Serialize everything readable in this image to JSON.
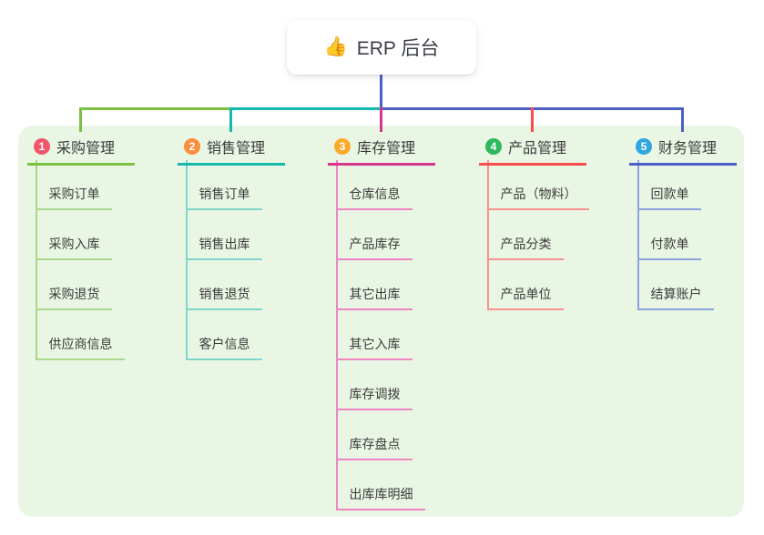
{
  "root": {
    "icon": "👍",
    "title": "ERP 后台"
  },
  "connector_color": "#4a5fc8",
  "panel_color": "#eaf6e4",
  "branches": [
    {
      "badge": "1",
      "label": "采购管理",
      "badge_color": "#f3556a",
      "line_color": "#7cc142",
      "light_color": "#a9d78e",
      "children": [
        "采购订单",
        "采购入库",
        "采购退货",
        "供应商信息"
      ]
    },
    {
      "badge": "2",
      "label": "销售管理",
      "badge_color": "#f98e3d",
      "line_color": "#14b8ac",
      "light_color": "#7fd6cc",
      "children": [
        "销售订单",
        "销售出库",
        "销售退货",
        "客户信息"
      ]
    },
    {
      "badge": "3",
      "label": "库存管理",
      "badge_color": "#fbab2c",
      "line_color": "#d6368e",
      "light_color": "#ef86c3",
      "children": [
        "仓库信息",
        "产品库存",
        "其它出库",
        "其它入库",
        "库存调拨",
        "库存盘点",
        "出库库明细"
      ]
    },
    {
      "badge": "4",
      "label": "产品管理",
      "badge_color": "#2eb85c",
      "line_color": "#fb4b4b",
      "light_color": "#f9938f",
      "children": [
        "产品（物料）",
        "产品分类",
        "产品单位"
      ]
    },
    {
      "badge": "5",
      "label": "财务管理",
      "badge_color": "#2fa6e0",
      "line_color": "#4a5fc8",
      "light_color": "#8ba2de",
      "children": [
        "回款单",
        "付款单",
        "结算账户"
      ]
    }
  ]
}
